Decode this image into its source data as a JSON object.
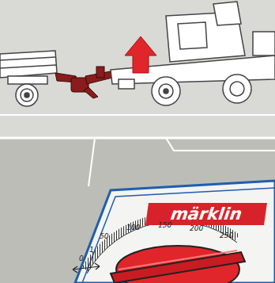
{
  "diagram": {
    "nodes": [
      {
        "text": [
          "märklin"
        ]
      }
    ],
    "labels": [
      "0",
      "1",
      "50",
      "100",
      "150",
      "200",
      "250"
    ]
  }
}
